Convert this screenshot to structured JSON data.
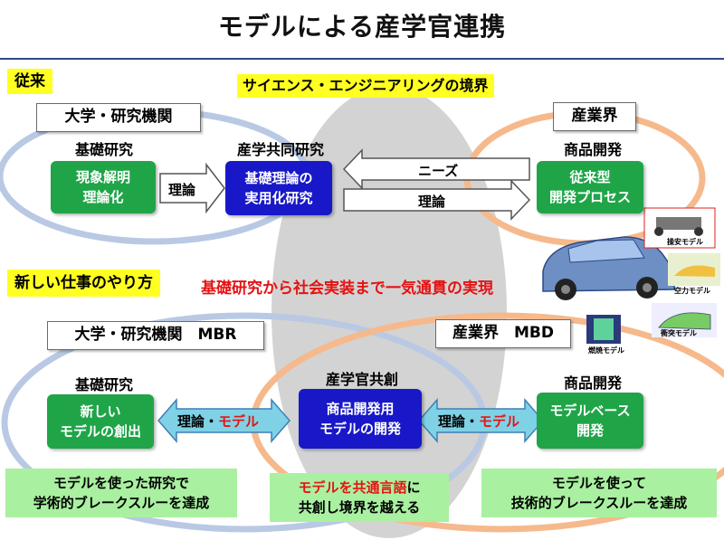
{
  "title": "モデルによる産学官連携",
  "conventional": {
    "tag": "従来",
    "boundary_label": "サイエンス・エンジニアリングの境界",
    "university_header": "大学・研究機関",
    "industry_header": "産業界",
    "basic_research_label": "基礎研究",
    "joint_research_label": "産学共同研究",
    "product_dev_label": "商品開発",
    "green_left": [
      "現象解明",
      "理論化"
    ],
    "blue_center": [
      "基礎理論の",
      "実用化研究"
    ],
    "green_right": [
      "従来型",
      "開発プロセス"
    ],
    "arrow_theory_left": "理論",
    "arrow_needs": "ニーズ",
    "arrow_theory_right": "理論"
  },
  "new_way": {
    "tag": "新しい仕事のやり方",
    "headline": "基礎研究から社会実装まで一気通貫の実現",
    "university_header": "大学・研究機関　MBR",
    "industry_header": "産業界　MBD",
    "basic_research_label": "基礎研究",
    "co_creation_label": "産学官共創",
    "product_dev_label": "商品開発",
    "green_left": [
      "新しい",
      "モデルの創出"
    ],
    "blue_center": [
      "商品開発用",
      "モデルの開発"
    ],
    "green_right": [
      "モデルベース",
      "開発"
    ],
    "arrow_left": {
      "part1": "理論・",
      "part2": "モデル"
    },
    "arrow_right": {
      "part1": "理論・",
      "part2": "モデル"
    },
    "bottom_left": [
      "モデルを使った研究で",
      "学術的ブレークスルーを達成"
    ],
    "bottom_center": {
      "red": "モデルを共通言語",
      "black1": "に",
      "black2": "共創し境界を越える"
    },
    "bottom_right": [
      "モデルを使って",
      "技術的ブレークスルーを達成"
    ]
  },
  "images": {
    "top_right_label": "操安モデル",
    "mid_right_label": "空力モデル",
    "low_right_label": "衝突モデル",
    "left_label": "燃焼モデル"
  },
  "colors": {
    "green": "#1fa548",
    "blue": "#1818c8",
    "light_green": "#a9f0a0",
    "yellow": "#ffff22",
    "red": "#e51212",
    "ellipse_blue": "#b9c9e4",
    "ellipse_orange": "#f6b98c",
    "center_gray": "#d3d3d3"
  }
}
